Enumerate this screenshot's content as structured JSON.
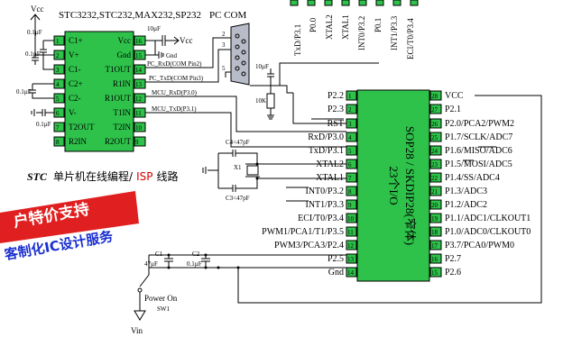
{
  "top_pins": [
    "TxD/P3.1",
    "P0.0",
    "XTAL2",
    "XTAL1",
    "INT0/P3.2",
    "P0.1",
    "INT1/P3.3",
    "ECI/T0/P3.4"
  ],
  "left_ic": {
    "title": "STC3232,STC232,MAX232,SP232",
    "vcc_label": "Vcc",
    "left_pins": [
      {
        "num": "1",
        "name": "C1+"
      },
      {
        "num": "2",
        "name": "V+"
      },
      {
        "num": "3",
        "name": "C1-"
      },
      {
        "num": "4",
        "name": "C2+"
      },
      {
        "num": "5",
        "name": "C2-"
      },
      {
        "num": "6",
        "name": "V-"
      },
      {
        "num": "7",
        "name": "T2OUT"
      },
      {
        "num": "8",
        "name": "R2IN"
      }
    ],
    "right_pins": [
      {
        "num": "16",
        "name": "Vcc"
      },
      {
        "num": "15",
        "name": "Gnd"
      },
      {
        "num": "14",
        "name": "T1OUT"
      },
      {
        "num": "13",
        "name": "R1IN"
      },
      {
        "num": "12",
        "name": "R1OUT"
      },
      {
        "num": "11",
        "name": "T1IN"
      },
      {
        "num": "10",
        "name": "T2IN"
      },
      {
        "num": "9",
        "name": "R2OUT"
      }
    ],
    "cap_labels": [
      "0.1µF",
      "0.1µF",
      "0.1µF",
      "0.1µF"
    ],
    "cap_10uf": "10µF",
    "vcc_arrow": "Vcc",
    "gnd_label": "Gnd"
  },
  "pc_com": {
    "title": "PC COM",
    "pins": [
      "2",
      "3",
      "5"
    ]
  },
  "signals": {
    "pc_rxd": "PC_RxD(COM Pin2)",
    "pc_txd": "PC_TxD(COM Pin3)",
    "mcu_rxd": "MCU_RxD(P3.0)",
    "mcu_txd": "MCU_TxD(P3.1)"
  },
  "caption": {
    "stc": "STC",
    "cn1": "单片机在线编程/",
    "isp": "ISP",
    "cn2": "线路"
  },
  "promo": {
    "line1": "户特价支持",
    "line2": "客制化IC设计服务"
  },
  "reset": {
    "cap": "10µF",
    "res": "10K",
    "vcc": "VCC"
  },
  "crystal": {
    "c4": "C4<47pF",
    "x1": "X1",
    "c3": "C3<47pF"
  },
  "power": {
    "c1": "C1",
    "c1v": "47µF",
    "c2": "C2",
    "c2v": "0.1µF",
    "switch": "Power On",
    "sw": "SW1",
    "vin": "Vin"
  },
  "mcu": {
    "name": "SOP28 / SKDIP28(窄体)",
    "sub": "23个I/O",
    "left_pins": [
      {
        "num": "1",
        "name": "P2.2"
      },
      {
        "num": "2",
        "name": "P2.3"
      },
      {
        "num": "3",
        "name": "RST"
      },
      {
        "num": "4",
        "name": "RxD/P3.0"
      },
      {
        "num": "5",
        "name": "TxD/P3.1"
      },
      {
        "num": "6",
        "name": "XTAL2"
      },
      {
        "num": "7",
        "name": "XTAL1"
      },
      {
        "num": "8",
        "name": "INT0/P3.2"
      },
      {
        "num": "9",
        "name": "INT1/P3.3"
      },
      {
        "num": "10",
        "name": "ECI/T0/P3.4"
      },
      {
        "num": "11",
        "name": "PWM1/PCA1/T1/P3.5"
      },
      {
        "num": "12",
        "name": "PWM3/PCA3/P2.4"
      },
      {
        "num": "13",
        "name": "P2.5"
      },
      {
        "num": "14",
        "name": "Gnd"
      }
    ],
    "right_pins": [
      {
        "num": "28",
        "name": "VCC"
      },
      {
        "num": "27",
        "name": "P2.1"
      },
      {
        "num": "26",
        "name": "P2.0/PCA2/PWM2"
      },
      {
        "num": "25",
        "name": "P1.7/SCLK/ADC7"
      },
      {
        "num": "24",
        "name": "P1.6/MISO/ADC6"
      },
      {
        "num": "23",
        "name": "P1.5/MOSI/ADC5"
      },
      {
        "num": "22",
        "name": "P1.4/SS/ADC4"
      },
      {
        "num": "21",
        "name": "P1.3/ADC3"
      },
      {
        "num": "20",
        "name": "P1.2/ADC2"
      },
      {
        "num": "19",
        "name": "P1.1/ADC1/CLKOUT1"
      },
      {
        "num": "18",
        "name": "P1.0/ADC0/CLKOUT0"
      },
      {
        "num": "17",
        "name": "P3.7/PCA0/PWM0"
      },
      {
        "num": "16",
        "name": "P2.7"
      },
      {
        "num": "15",
        "name": "P2.6"
      }
    ]
  }
}
